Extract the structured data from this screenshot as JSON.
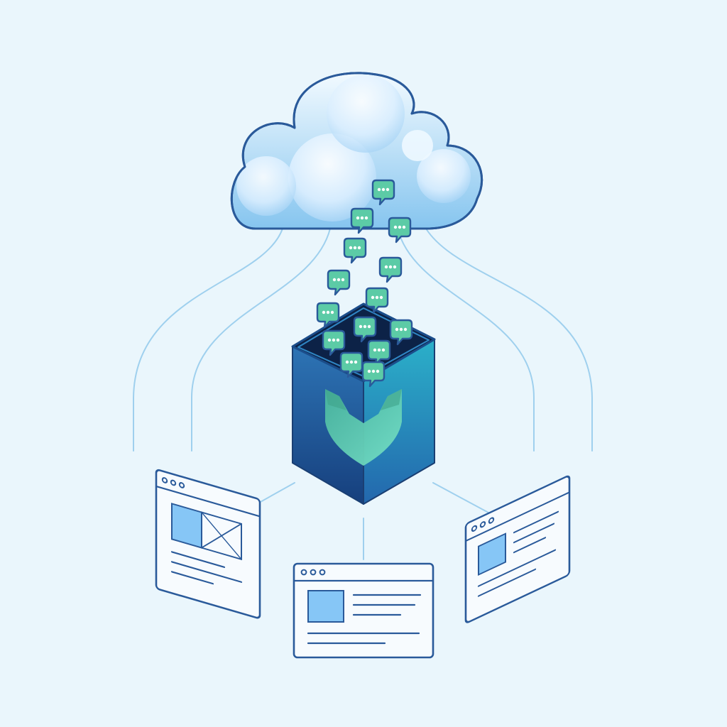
{
  "illustration": {
    "colors": {
      "background": "#eaf6fc",
      "line": "#9fd0ee",
      "outline": "#2a5a9a",
      "cloud_light": "#eef8ff",
      "cloud_dark": "#7ec1ee",
      "box_front_top": "#2c6fb0",
      "box_front_bottom": "#16407e",
      "box_side": "#2aa6c4",
      "box_interior": "#0c2247",
      "bubble_fill": "#5ccba6",
      "bubble_stroke": "#2a5a9a",
      "shield": "#4fc1a5",
      "screen_fill": "#f7fbfe",
      "image_placeholder": "#86c6f6"
    },
    "icons": [
      "cloud-icon",
      "chat-bubble-icon",
      "shield-icon",
      "browser-window-icon",
      "image-placeholder-icon"
    ],
    "components": [
      "cloud",
      "chat-bubbles",
      "container-box",
      "browser-window-left",
      "browser-window-center",
      "browser-window-right"
    ]
  }
}
